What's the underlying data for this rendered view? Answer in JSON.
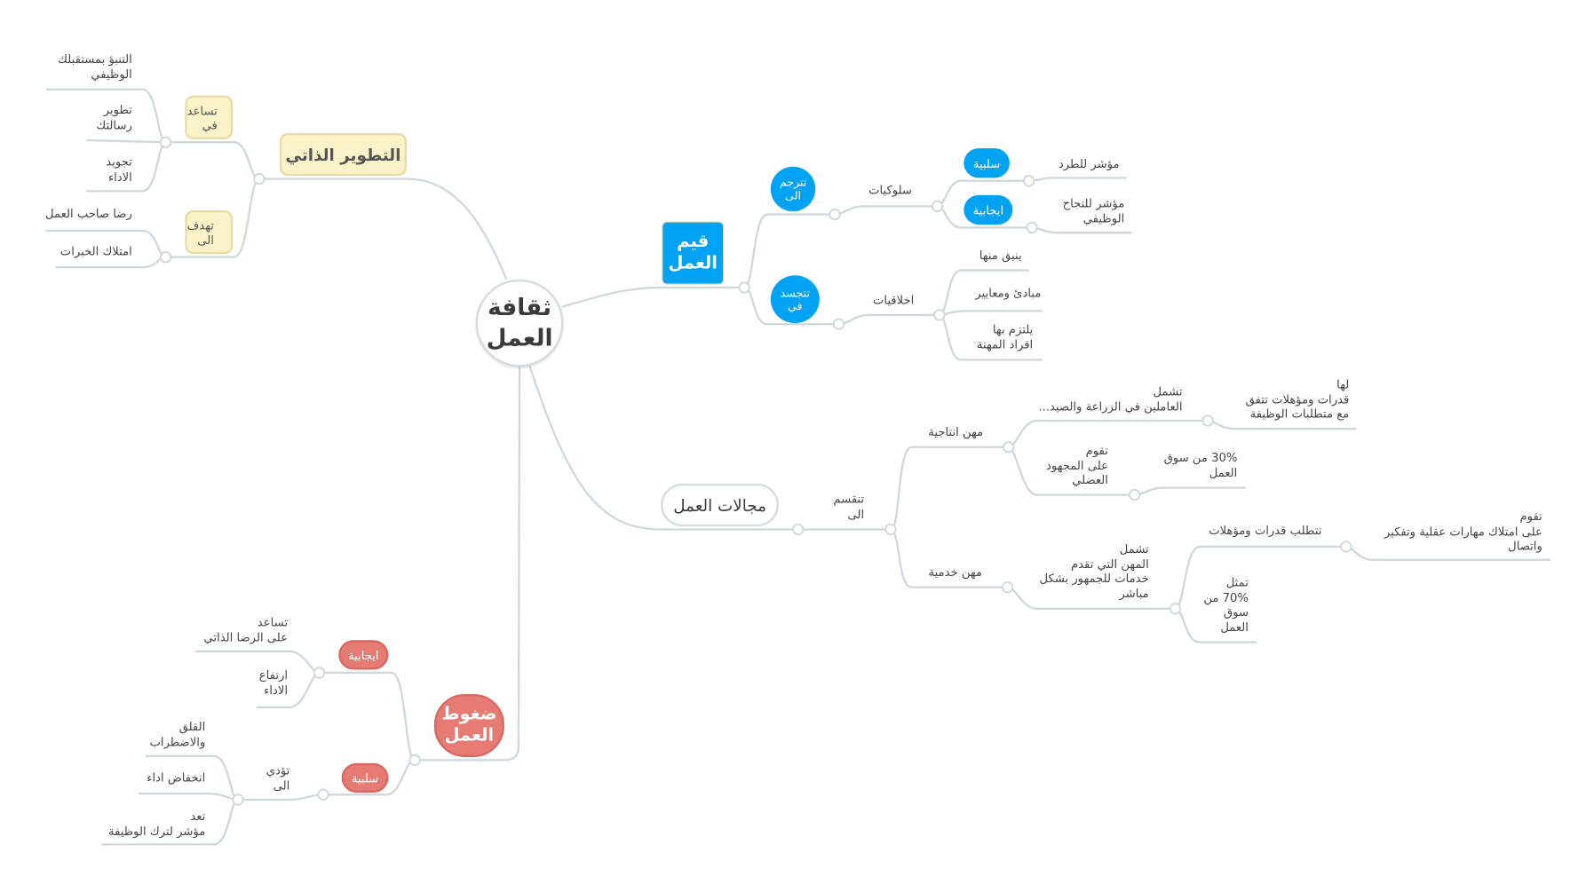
{
  "root": {
    "label": "ثقافة\nالعمل"
  },
  "self_dev": {
    "label": "التطوير الذاتي",
    "helps": "تساعد\nفي",
    "aims": "تهدف\nالى",
    "help_items": [
      "التنبؤ بمستقبلك\nالوظيفي",
      "تطوير\nرسالتك",
      "تجويد\nالاداء"
    ],
    "aim_items": [
      "رضا صاحب العمل",
      "امتلاك الخبرات"
    ]
  },
  "values": {
    "label": "قيم\nالعمل",
    "translates": "تترجم\nالى",
    "embodied": "تتجسد\nفي",
    "behaviors": "سلوكيات",
    "negative": "سلبية",
    "positive": "ايجابية",
    "neg_item": "مؤشر للطرد",
    "pos_item": "مؤشر للنجاح\nالوظيفي",
    "ethics": "اخلاقيات",
    "ethics_items": [
      "ينبق منها",
      "مبادئ ومعايير",
      "يلتزم بها\nافراد المهنة"
    ]
  },
  "fields": {
    "label": "مجالات العمل",
    "divided": "تنقسم\nالى",
    "productive": "مهن انتاجية",
    "prod_includes": "تشمل\nالعاملين في الزراعة والصيد...",
    "prod_has": "لها\nقدرات ومؤهلات تتفق\nمع متطلبات الوظيفة",
    "prod_relies": "تقوم\nعلى المجهود\nالعضلي",
    "prod_share": "30% من سوق\nالعمل",
    "service": "مهن خدمية",
    "serv_includes": "تشمل\nالمهن التي تقدم\nخدمات للجمهور بشكل\nمباشر",
    "serv_requires": "تتطلب قدرات ومؤهلات",
    "serv_based": "تقوم\nعلى امتلاك مهارات عقلية وتفكير\nواتصال",
    "serv_share": "تمثل\n70% من\nسوق\nالعمل"
  },
  "stress": {
    "label": "ضغوط\nالعمل",
    "positive": "ايجابية",
    "negative": "سلبية",
    "pos_items": [
      "تساعد\nعلى الرضا الذاتي",
      "ارتفاع\nالاداء"
    ],
    "leads": "تؤدي\nالى",
    "neg_items": [
      "القلق\nوالاضطراب",
      "انخفاض اداء",
      "تعد\nمؤشر لترك الوظيفة"
    ]
  },
  "colors": {
    "blue": "#00a3f4",
    "red": "#e57b73",
    "yellow": "#fdf3c8",
    "line": "#cfd6dc"
  }
}
